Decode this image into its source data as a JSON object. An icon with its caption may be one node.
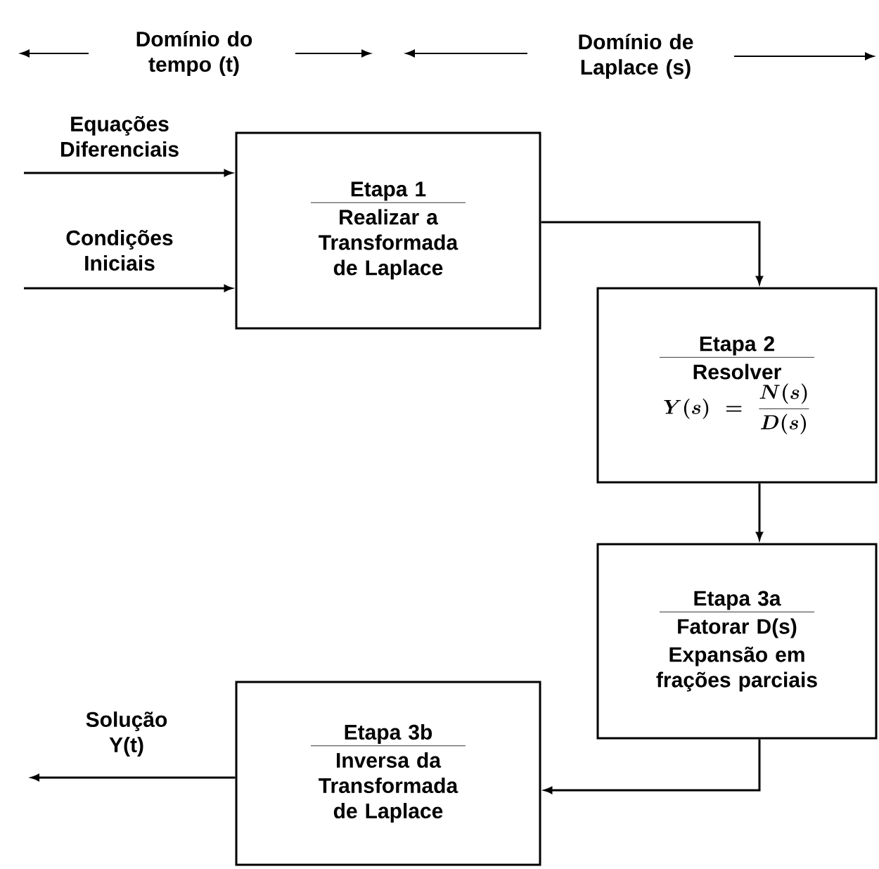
{
  "diagram": {
    "nodes": [
      {
        "text": [
          "Etapa 1",
          "Realizar a Transformada de Laplace"
        ]
      },
      {
        "text": [
          "Etapa 2",
          "Resolver",
          "Y(s) = \\frac{N(s)}{D(s)}"
        ]
      },
      {
        "text": [
          "Etapa 3a",
          "Fatorar D(s)",
          "Expansão em frações parciais"
        ]
      },
      {
        "text": [
          "Etapa 3b",
          "Inversa da Transformada de Laplace"
        ]
      }
    ],
    "edges": [
      {
        "from": null,
        "to": 0,
        "arrow": "to",
        "label": "Equações Diferenciais"
      },
      {
        "from": null,
        "to": 0,
        "arrow": "to",
        "label": "Condições Iniciais"
      },
      {
        "from": 0,
        "to": 1,
        "arrow": "to"
      },
      {
        "from": 1,
        "to": 2,
        "arrow": "to"
      },
      {
        "from": 2,
        "to": 3,
        "arrow": "to"
      },
      {
        "from": 3,
        "to": null,
        "arrow": "to",
        "label": "Solução Y(t)"
      }
    ],
    "labels": [
      "Domínio do tempo (t)",
      "Domínio de Laplace (s)"
    ]
  }
}
